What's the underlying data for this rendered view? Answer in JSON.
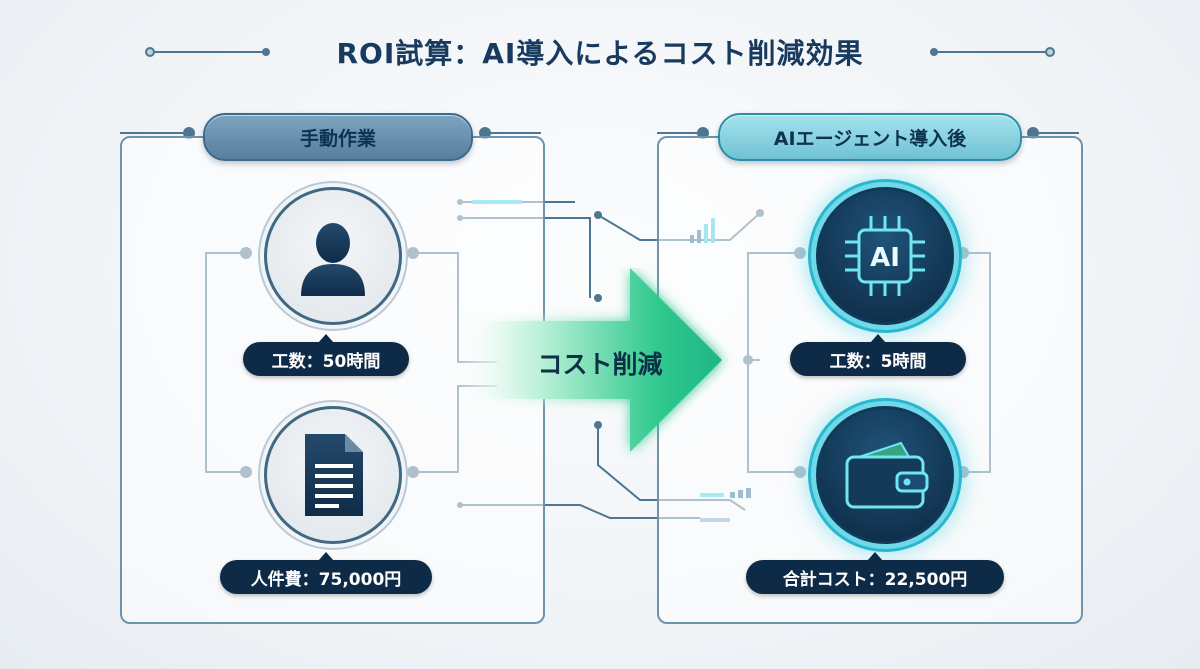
{
  "title": "ROI試算：AI導入によるコスト削減効果",
  "before": {
    "header": "手動作業",
    "person_icon": "person-icon",
    "document_icon": "document-icon",
    "hours_label": "工数：50時間",
    "cost_label": "人件費：75,000円"
  },
  "arrow": {
    "label": "コスト削減"
  },
  "after": {
    "header": "AIエージェント導入後",
    "chip_icon": "ai-chip-icon",
    "chip_text": "AI",
    "wallet_icon": "wallet-icon",
    "hours_label": "工数：5時間",
    "cost_label": "合計コスト：22,500円"
  },
  "colors": {
    "navy": "#0d2a46",
    "left_header": "#6b93b1",
    "right_header": "#8fd6e4",
    "arrow_start": "#ffffff",
    "arrow_end": "#1fb584",
    "glow": "#3fd4e6"
  }
}
